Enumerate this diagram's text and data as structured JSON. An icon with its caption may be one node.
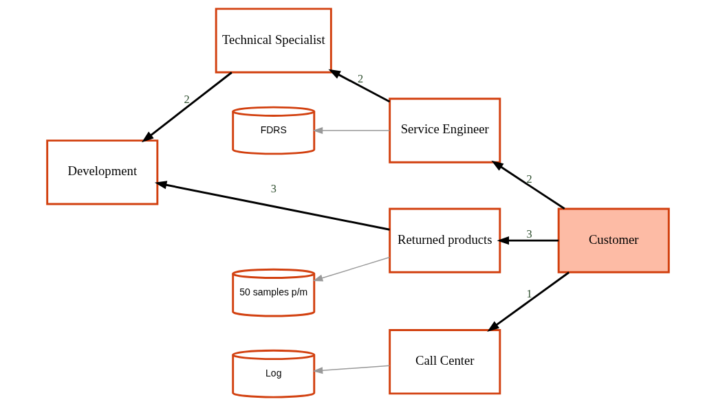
{
  "diagram": {
    "nodes": [
      {
        "text": [
          "Technical Specialist"
        ]
      },
      {
        "text": [
          "Service Engineer"
        ]
      },
      {
        "text": [
          "FDRS"
        ]
      },
      {
        "text": [
          "Development"
        ]
      },
      {
        "text": [
          "Returned products"
        ]
      },
      {
        "text": [
          "Customer"
        ]
      },
      {
        "text": [
          "50 samples p/m"
        ]
      },
      {
        "text": [
          "Call Center"
        ]
      },
      {
        "text": [
          "Log"
        ]
      }
    ],
    "edges": [
      {
        "from": 1,
        "to": 0,
        "arrow": "to",
        "label": "2"
      },
      {
        "from": 0,
        "to": 3,
        "arrow": "to",
        "label": "2"
      },
      {
        "from": 1,
        "to": 2,
        "arrow": "to",
        "color": "#999999"
      },
      {
        "from": 5,
        "to": 1,
        "arrow": "to",
        "label": "2"
      },
      {
        "from": 5,
        "to": 4,
        "arrow": "to",
        "label": "3"
      },
      {
        "from": 4,
        "to": 3,
        "arrow": "to",
        "label": "3"
      },
      {
        "from": 4,
        "to": 6,
        "arrow": "to",
        "color": "#999999"
      },
      {
        "from": 5,
        "to": 7,
        "arrow": "to",
        "label": "1"
      },
      {
        "from": 7,
        "to": 8,
        "arrow": "to",
        "color": "#999999"
      }
    ]
  }
}
